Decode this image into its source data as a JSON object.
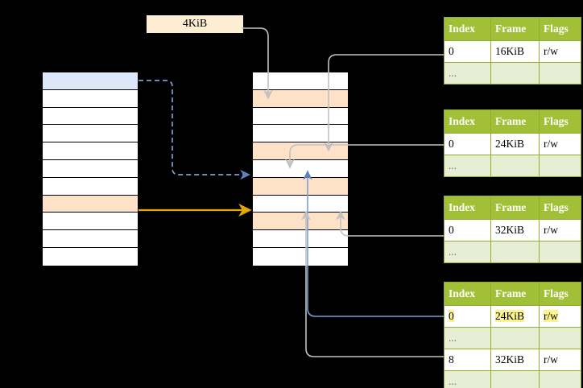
{
  "diagram": {
    "title": "Multi-level page table address translation",
    "size_label": "4KiB",
    "colors": {
      "background": "#000000",
      "table_header": "#a2c037",
      "table_header_text": "#ffffff",
      "table_alt_row": "#e8eed4",
      "highlight_yellow": "#fdf58c",
      "cell_peach": "#fde2c8",
      "cell_blue": "#dce8fa",
      "label_bg": "#fdeed3",
      "wire_gray": "#b9b9b9",
      "wire_blue": "#6f93c9",
      "wire_orange": "#e0a800"
    }
  },
  "left_column": {
    "name": "virtual-address-space",
    "row_count": 11,
    "rows": [
      {
        "index": 0,
        "fill": "blue",
        "label": ""
      },
      {
        "index": 1,
        "fill": "white",
        "label": ""
      },
      {
        "index": 2,
        "fill": "white",
        "label": ""
      },
      {
        "index": 3,
        "fill": "white",
        "label": ""
      },
      {
        "index": 4,
        "fill": "white",
        "label": ""
      },
      {
        "index": 5,
        "fill": "white",
        "label": ""
      },
      {
        "index": 6,
        "fill": "white",
        "label": ""
      },
      {
        "index": 7,
        "fill": "peach",
        "label": ""
      },
      {
        "index": 8,
        "fill": "white",
        "label": ""
      },
      {
        "index": 9,
        "fill": "white",
        "label": ""
      },
      {
        "index": 10,
        "fill": "white",
        "label": ""
      }
    ]
  },
  "middle_column": {
    "name": "physical-memory",
    "row_count": 11,
    "rows": [
      {
        "index": 0,
        "fill": "white",
        "label": ""
      },
      {
        "index": 1,
        "fill": "peach",
        "label": ""
      },
      {
        "index": 2,
        "fill": "white",
        "label": ""
      },
      {
        "index": 3,
        "fill": "white",
        "label": ""
      },
      {
        "index": 4,
        "fill": "peach",
        "label": ""
      },
      {
        "index": 5,
        "fill": "white",
        "label": ""
      },
      {
        "index": 6,
        "fill": "peach",
        "label": ""
      },
      {
        "index": 7,
        "fill": "white",
        "label": ""
      },
      {
        "index": 8,
        "fill": "peach",
        "label": ""
      },
      {
        "index": 9,
        "fill": "white",
        "label": ""
      },
      {
        "index": 10,
        "fill": "white",
        "label": ""
      }
    ]
  },
  "page_tables": [
    {
      "name": "page-table-1",
      "headers": [
        "Index",
        "Frame",
        "Flags"
      ],
      "rows": [
        {
          "cells": [
            "0",
            "16KiB",
            "r/w"
          ],
          "style": "normal",
          "highlight": [
            false,
            false,
            false
          ]
        },
        {
          "cells": [
            "...",
            "",
            ""
          ],
          "style": "ellipsis",
          "highlight": [
            false,
            false,
            false
          ]
        }
      ]
    },
    {
      "name": "page-table-2",
      "headers": [
        "Index",
        "Frame",
        "Flags"
      ],
      "rows": [
        {
          "cells": [
            "0",
            "24KiB",
            "r/w"
          ],
          "style": "normal",
          "highlight": [
            false,
            false,
            false
          ]
        },
        {
          "cells": [
            "...",
            "",
            ""
          ],
          "style": "ellipsis",
          "highlight": [
            false,
            false,
            false
          ]
        }
      ]
    },
    {
      "name": "page-table-3",
      "headers": [
        "Index",
        "Frame",
        "Flags"
      ],
      "rows": [
        {
          "cells": [
            "0",
            "32KiB",
            "r/w"
          ],
          "style": "normal",
          "highlight": [
            false,
            false,
            false
          ]
        },
        {
          "cells": [
            "...",
            "",
            ""
          ],
          "style": "ellipsis",
          "highlight": [
            false,
            false,
            false
          ]
        }
      ]
    },
    {
      "name": "page-table-4",
      "headers": [
        "Index",
        "Frame",
        "Flags"
      ],
      "rows": [
        {
          "cells": [
            "0",
            "24KiB",
            "r/w"
          ],
          "style": "normal",
          "highlight": [
            true,
            true,
            true
          ]
        },
        {
          "cells": [
            "...",
            "",
            ""
          ],
          "style": "ellipsis",
          "highlight": [
            false,
            false,
            false
          ]
        },
        {
          "cells": [
            "8",
            "32KiB",
            "r/w"
          ],
          "style": "normal",
          "highlight": [
            false,
            false,
            false
          ]
        },
        {
          "cells": [
            "...",
            "",
            ""
          ],
          "style": "ellipsis",
          "highlight": [
            false,
            false,
            false
          ]
        }
      ]
    }
  ],
  "connectors": [
    {
      "name": "wire-size-to-frame",
      "color": "#b9b9b9",
      "style": "solid"
    },
    {
      "name": "wire-blue-page-mapping",
      "color": "#6f93c9",
      "style": "dashed"
    },
    {
      "name": "wire-orange-page-mapping",
      "color": "#e0a800",
      "style": "solid"
    },
    {
      "name": "wire-table1-to-frame",
      "color": "#b9b9b9",
      "style": "solid"
    },
    {
      "name": "wire-table2-to-frame",
      "color": "#b9b9b9",
      "style": "solid"
    },
    {
      "name": "wire-table3-to-frame",
      "color": "#b9b9b9",
      "style": "solid"
    },
    {
      "name": "wire-table4-to-frame",
      "color": "#6f93c9",
      "style": "solid"
    }
  ]
}
